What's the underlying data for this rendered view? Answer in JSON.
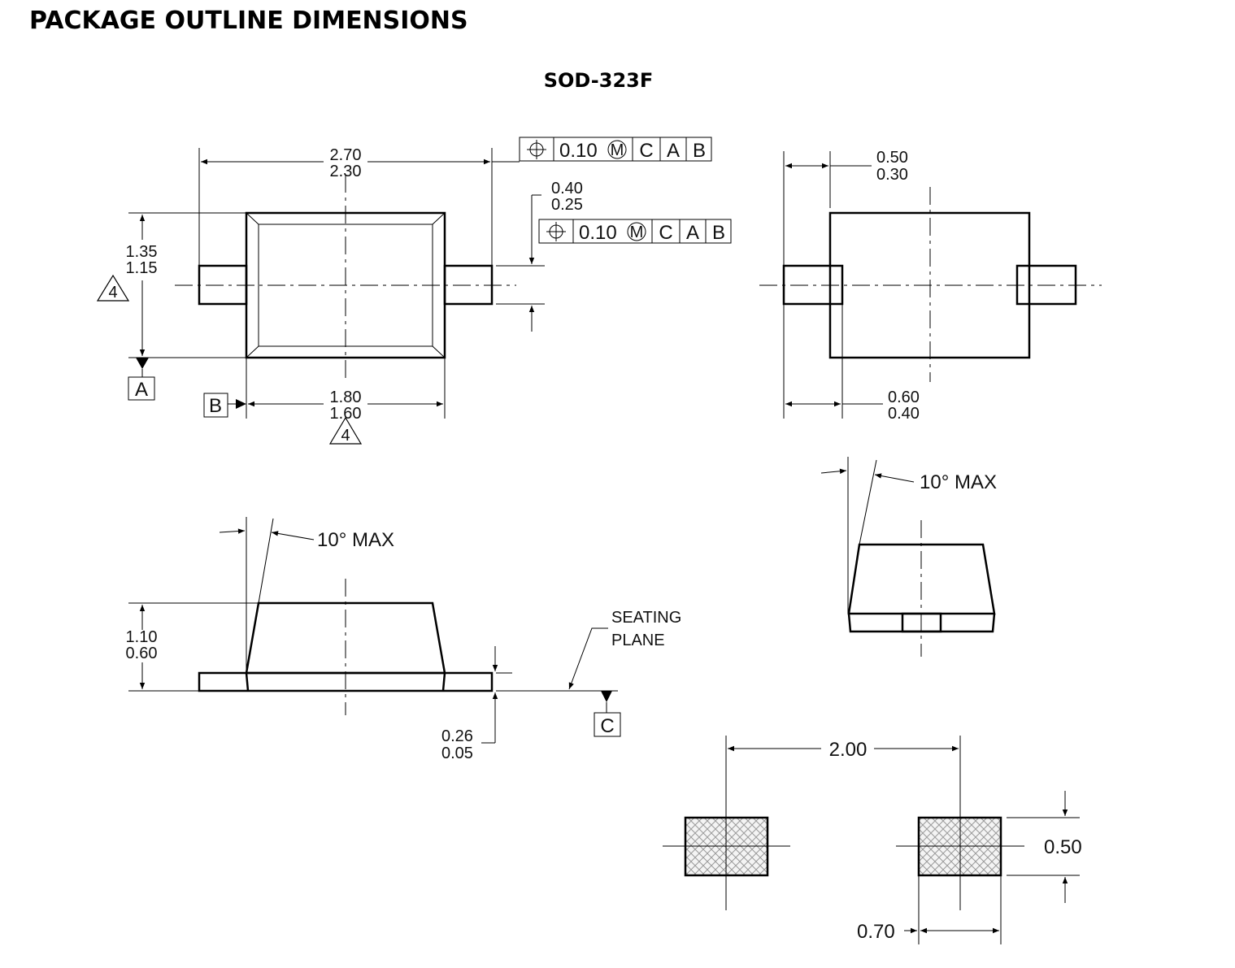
{
  "heading": "PACKAGE OUTLINE DIMENSIONS",
  "package_name": "SOD-323F",
  "top_view": {
    "overall_length_max": "2.70",
    "overall_length_min": "2.30",
    "lead_width_max": "0.40",
    "lead_width_min": "0.25",
    "body_width_max": "1.35",
    "body_width_min": "1.15",
    "body_length_max": "1.80",
    "body_length_min": "1.60",
    "note_ref": "4",
    "datum_a": "A",
    "datum_b": "B",
    "fcf_tolerance": "0.10",
    "fcf_modifier": "M",
    "fcf_datum_1": "C",
    "fcf_datum_2": "A",
    "fcf_datum_3": "B"
  },
  "bottom_view": {
    "lead_exposed_max": "0.50",
    "lead_exposed_min": "0.30",
    "lead_length_max": "0.60",
    "lead_length_min": "0.40"
  },
  "side_view": {
    "draft_angle": "10° MAX",
    "height_max": "1.10",
    "height_min": "0.60",
    "standoff_max": "0.26",
    "standoff_min": "0.05",
    "seating_plane_line1": "SEATING",
    "seating_plane_line2": "PLANE",
    "datum_c": "C"
  },
  "end_view": {
    "draft_angle": "10° MAX"
  },
  "land_pattern": {
    "pitch": "2.00",
    "pad_height": "0.50",
    "pad_width": "0.70"
  }
}
